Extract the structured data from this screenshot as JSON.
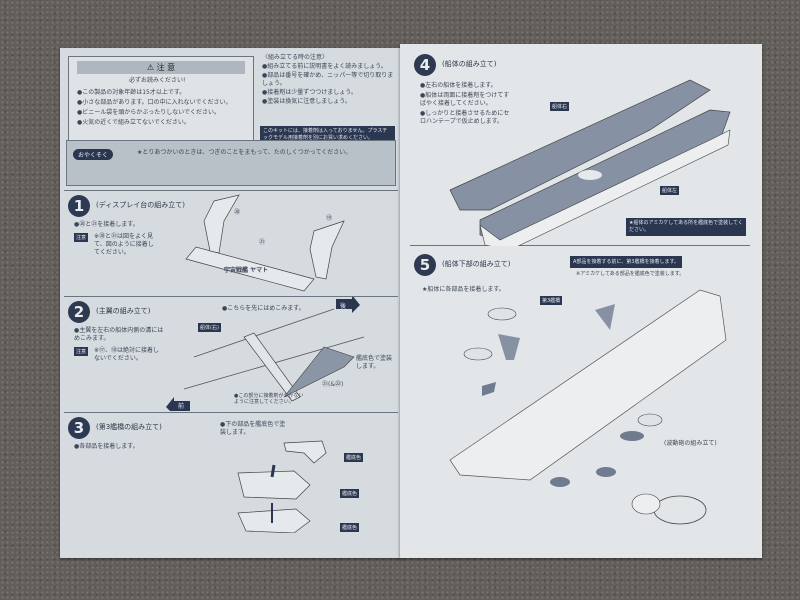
{
  "left_page": {
    "warning": {
      "title": "⚠ 注 意",
      "subtitle": "必ずお読みください!",
      "lines": [
        "●この製品の対象年齢は15才以上です。",
        "●小さな部品があります。口の中に入れないでください。",
        "●ビニール袋を頭からかぶったりしないでください。",
        "●火気の近くで組み立てないでください。"
      ]
    },
    "notes": {
      "title": "〈組み立てる時の注意〉",
      "lines": [
        "●組み立てる前に説明書をよく読みましょう。",
        "●部品は番号を確かめ、ニッパー等で切り取りましょう。",
        "●接着剤は少量ずつつけましょう。",
        "●塗装は換気に注意しましょう。"
      ],
      "banner": "このキットには、接着剤は入っておりません。プラスチックモデル用接着剤を別にお買い求めください。"
    },
    "promise": {
      "label": "おやくそく",
      "text": "★とりあつかいのときは、つぎのことをまもって、たのしくつかってください。"
    },
    "step1": {
      "number": "1",
      "title": "(ディスプレイ台の組み立て)",
      "text": "●⑳と㉑を接着します。",
      "tag": "注意",
      "note": "※⑳と㉑は図をよく見て、図のように接着してください。",
      "parts": [
        "⑳",
        "㉑",
        "⑲"
      ],
      "logo": "宇宙戦艦 ヤマト"
    },
    "step2": {
      "number": "2",
      "title": "(主翼の組み立て)",
      "text": "●主翼を左右の船体内側の溝にはめこみます。",
      "tag": "注意",
      "note": "※⑰、⑱は絶対に接着しないでください。",
      "callout": "●こちらを先にはめこみます。",
      "part_tag": "船体(右)",
      "back": "後",
      "front": "前",
      "paint": "艦底色で塗装します。",
      "part": "㉑(&㉒)",
      "caution": "●この部分に接着剤がつかないように注意してください。"
    },
    "step3": {
      "number": "3",
      "title": "(第3艦橋の組み立て)",
      "text": "●各部品を接着します。",
      "note": "●下の部品を艦底色で塗装します。",
      "colors": [
        "艦底色",
        "艦底色",
        "艦底色"
      ]
    }
  },
  "right_page": {
    "step4": {
      "number": "4",
      "title": "(船体の組み立て)",
      "lines": [
        "●左右の船体を接着します。",
        "●船体は両面に接着剤をつけてすばやく接着してください。",
        "●しっかりと接着させるためにセロハンテープで仮止めします。"
      ],
      "tags": [
        "船体右",
        "船体左"
      ],
      "note": "★船体のアミカケしてある所を艦底色で塗装してください。"
    },
    "step5": {
      "number": "5",
      "title": "(船体下部の組み立て)",
      "banner": "A部品を接着する前に、第3艦橋を接着します。",
      "sub": "※アミカケしてある部品を艦底色で塗装します。",
      "text": "★船体に各部品を接着します。",
      "tag": "第3艦橋",
      "sub_title": "(波動砲の組み立て)"
    }
  },
  "colors": {
    "navy": "#2b3750",
    "paper": "#d9dee2"
  }
}
